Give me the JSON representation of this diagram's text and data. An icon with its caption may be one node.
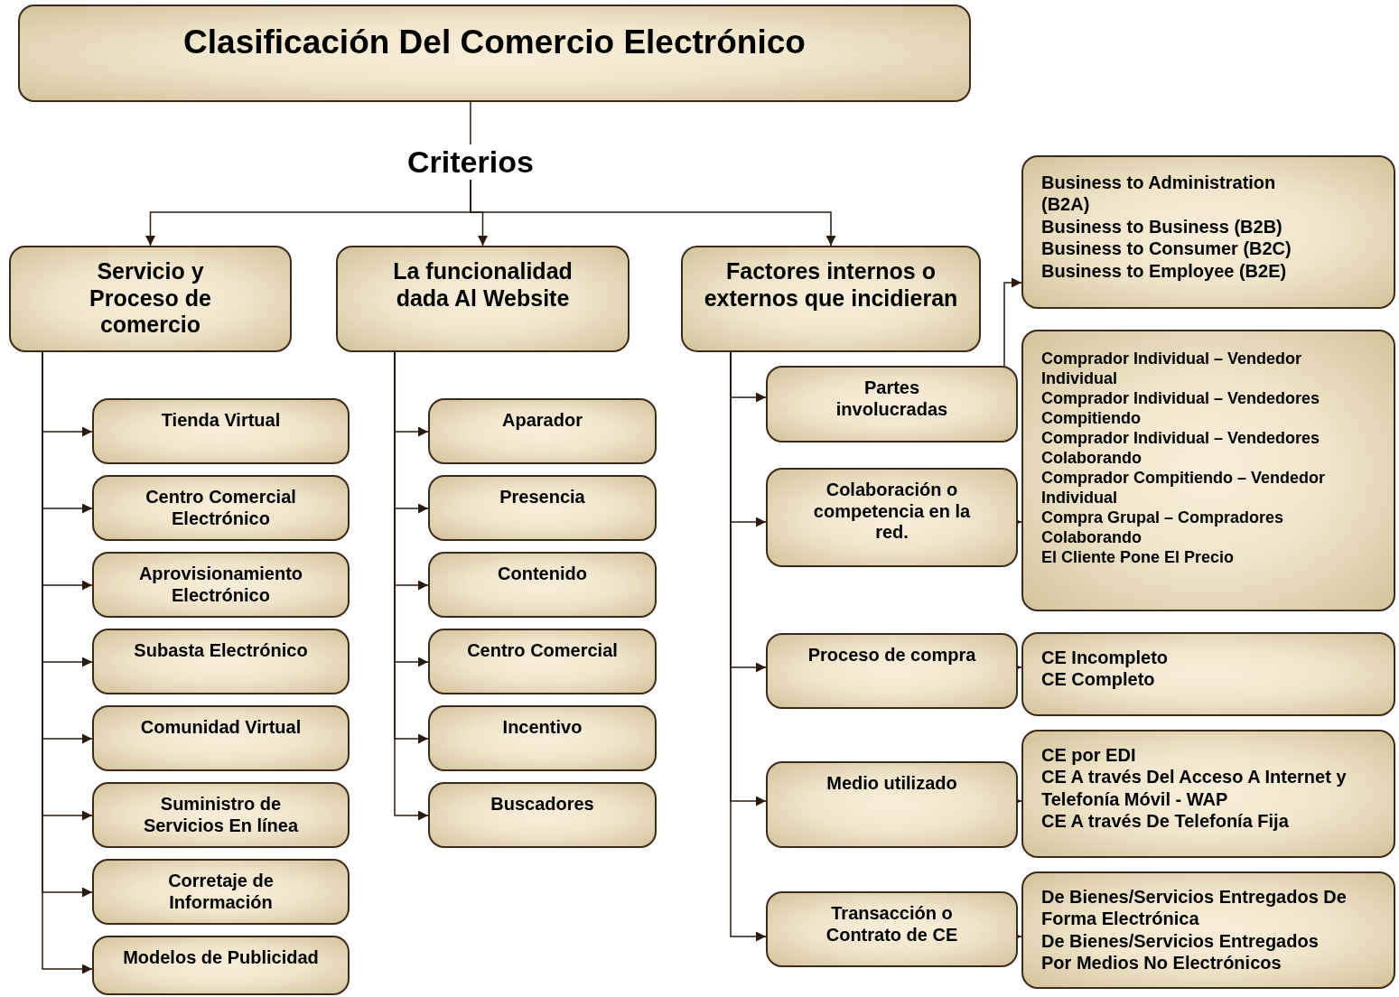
{
  "diagram": {
    "nodes": [
      {
        "text": [
          "Clasificación Del Comercio Electrónico"
        ]
      },
      {
        "text": [
          "Criterios"
        ]
      },
      {
        "text": [
          "Servicio y Proceso de comercio"
        ]
      },
      {
        "text": [
          "La funcionalidad dada Al Website"
        ]
      },
      {
        "text": [
          "Factores internos o externos que incidieran"
        ]
      },
      {
        "text": [
          "Tienda Virtual"
        ]
      },
      {
        "text": [
          "Centro Comercial Electrónico"
        ]
      },
      {
        "text": [
          "Aprovisionamiento Electrónico"
        ]
      },
      {
        "text": [
          "Subasta Electrónico"
        ]
      },
      {
        "text": [
          "Comunidad Virtual"
        ]
      },
      {
        "text": [
          "Suministro de Servicios En línea"
        ]
      },
      {
        "text": [
          "Corretaje de Información"
        ]
      },
      {
        "text": [
          "Modelos de Publicidad"
        ]
      },
      {
        "text": [
          "Aparador"
        ]
      },
      {
        "text": [
          "Presencia"
        ]
      },
      {
        "text": [
          "Contenido"
        ]
      },
      {
        "text": [
          "Centro Comercial"
        ]
      },
      {
        "text": [
          "Incentivo"
        ]
      },
      {
        "text": [
          "Buscadores"
        ]
      },
      {
        "text": [
          "Partes involucradas"
        ]
      },
      {
        "text": [
          "Colaboración o competencia en la red."
        ]
      },
      {
        "text": [
          "Proceso de compra"
        ]
      },
      {
        "text": [
          "Medio utilizado"
        ]
      },
      {
        "text": [
          "Transacción o Contrato de CE"
        ]
      },
      {
        "text": [
          "Business to Administration (B2A)",
          "Business to Business (B2B)",
          "Business to Consumer (B2C)",
          "Business to Employee (B2E)"
        ]
      },
      {
        "text": [
          "Comprador Individual – Vendedor Individual",
          "Comprador Individual – Vendedores Compitiendo",
          "Comprador Individual – Vendedores Colaborando",
          "Comprador Compitiendo – Vendedor Individual",
          "Compra Grupal – Compradores Colaborando",
          "El Cliente Pone El Precio"
        ]
      },
      {
        "text": [
          "CE Incompleto",
          "CE Completo"
        ]
      },
      {
        "text": [
          "CE por EDI",
          "CE A través Del Acceso A Internet y Telefonía Móvil - WAP",
          "CE A través De Telefonía Fija"
        ]
      },
      {
        "text": [
          "De Bienes/Servicios Entregados De Forma Electrónica",
          "De Bienes/Servicios Entregados Por Medios No Electrónicos"
        ]
      }
    ],
    "edges": [
      {
        "from": 0,
        "to": 1,
        "arrow": "none"
      },
      {
        "from": 1,
        "to": 2,
        "arrow": "to"
      },
      {
        "from": 1,
        "to": 3,
        "arrow": "to"
      },
      {
        "from": 1,
        "to": 4,
        "arrow": "to"
      },
      {
        "from": 2,
        "to": 5,
        "arrow": "to"
      },
      {
        "from": 2,
        "to": 6,
        "arrow": "to"
      },
      {
        "from": 2,
        "to": 7,
        "arrow": "to"
      },
      {
        "from": 2,
        "to": 8,
        "arrow": "to"
      },
      {
        "from": 2,
        "to": 9,
        "arrow": "to"
      },
      {
        "from": 2,
        "to": 10,
        "arrow": "to"
      },
      {
        "from": 2,
        "to": 11,
        "arrow": "to"
      },
      {
        "from": 2,
        "to": 12,
        "arrow": "to"
      },
      {
        "from": 3,
        "to": 13,
        "arrow": "to"
      },
      {
        "from": 3,
        "to": 14,
        "arrow": "to"
      },
      {
        "from": 3,
        "to": 15,
        "arrow": "to"
      },
      {
        "from": 3,
        "to": 16,
        "arrow": "to"
      },
      {
        "from": 3,
        "to": 17,
        "arrow": "to"
      },
      {
        "from": 3,
        "to": 18,
        "arrow": "to"
      },
      {
        "from": 4,
        "to": 19,
        "arrow": "to"
      },
      {
        "from": 4,
        "to": 20,
        "arrow": "to"
      },
      {
        "from": 4,
        "to": 21,
        "arrow": "to"
      },
      {
        "from": 4,
        "to": 22,
        "arrow": "to"
      },
      {
        "from": 4,
        "to": 23,
        "arrow": "to"
      },
      {
        "from": 19,
        "to": 24,
        "arrow": "to"
      },
      {
        "from": 20,
        "to": 25,
        "arrow": "to"
      },
      {
        "from": 21,
        "to": 26,
        "arrow": "to"
      },
      {
        "from": 22,
        "to": 27,
        "arrow": "to"
      },
      {
        "from": 23,
        "to": 28,
        "arrow": "to"
      }
    ]
  }
}
